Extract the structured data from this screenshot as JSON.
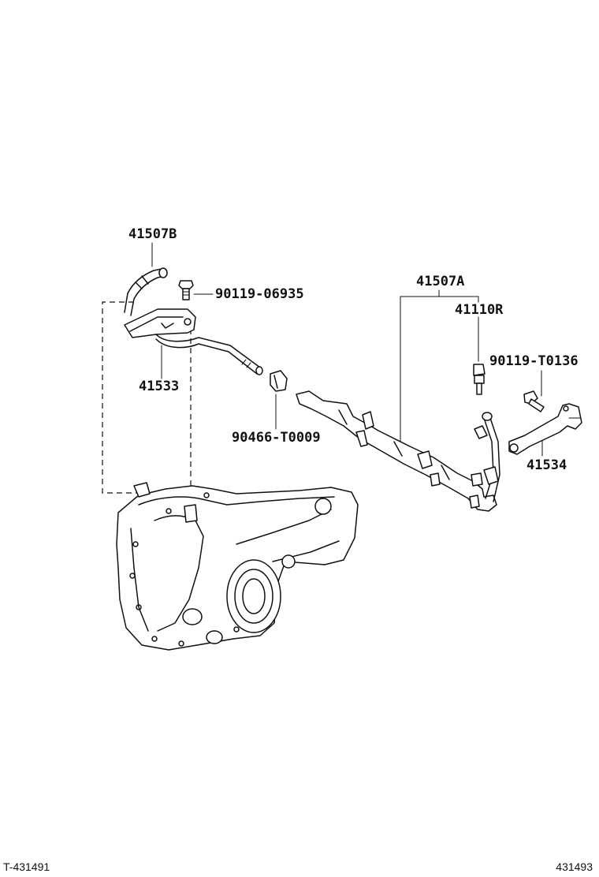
{
  "callouts": {
    "p41507B": "41507B",
    "p90119_06935": "90119-06935",
    "p41533": "41533",
    "p90466_T0009": "90466-T0009",
    "p41507A": "41507A",
    "p41110R": "41110R",
    "p90119_T0136": "90119-T0136",
    "p41534": "41534"
  },
  "footer": {
    "left_code": "T-431491",
    "right_code": "431493"
  }
}
